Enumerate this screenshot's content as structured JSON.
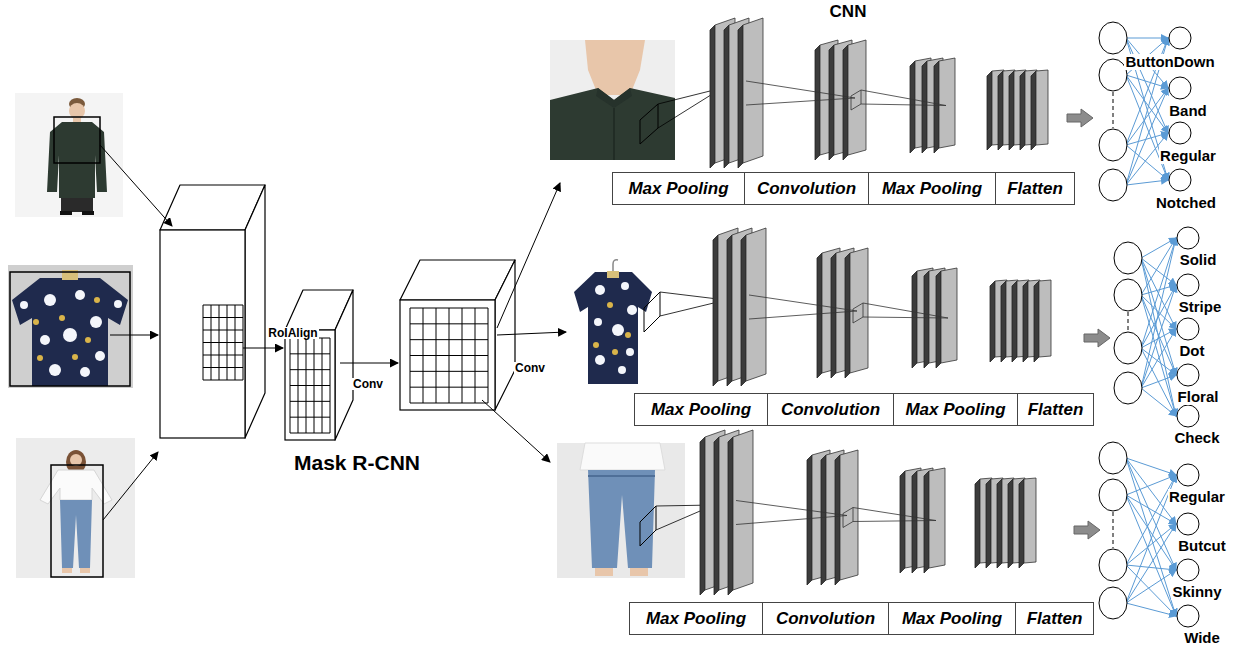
{
  "diagram": {
    "nodes": [
      {
        "text": [
          "Max Pooling"
        ]
      },
      {
        "text": [
          "Convolution"
        ]
      },
      {
        "text": [
          "Max Pooling"
        ]
      },
      {
        "text": [
          "Flatten"
        ]
      },
      {
        "text": [
          "Max Pooling"
        ]
      },
      {
        "text": [
          "Convolution"
        ]
      },
      {
        "text": [
          "Max Pooling"
        ]
      },
      {
        "text": [
          "Flatten"
        ]
      },
      {
        "text": [
          "Max Pooling"
        ]
      },
      {
        "text": [
          "Convolution"
        ]
      },
      {
        "text": [
          "Max Pooling"
        ]
      },
      {
        "text": [
          "Flatten"
        ]
      }
    ],
    "labels": [
      "CNN",
      "RoIAlign",
      "Conv",
      "Conv",
      "Mask R-CNN",
      "ButtonDown",
      "Band",
      "Regular",
      "Notched",
      "Solid",
      "Stripe",
      "Dot",
      "Floral",
      "Check",
      "Regular",
      "Butcut",
      "Skinny",
      "Wide"
    ]
  }
}
